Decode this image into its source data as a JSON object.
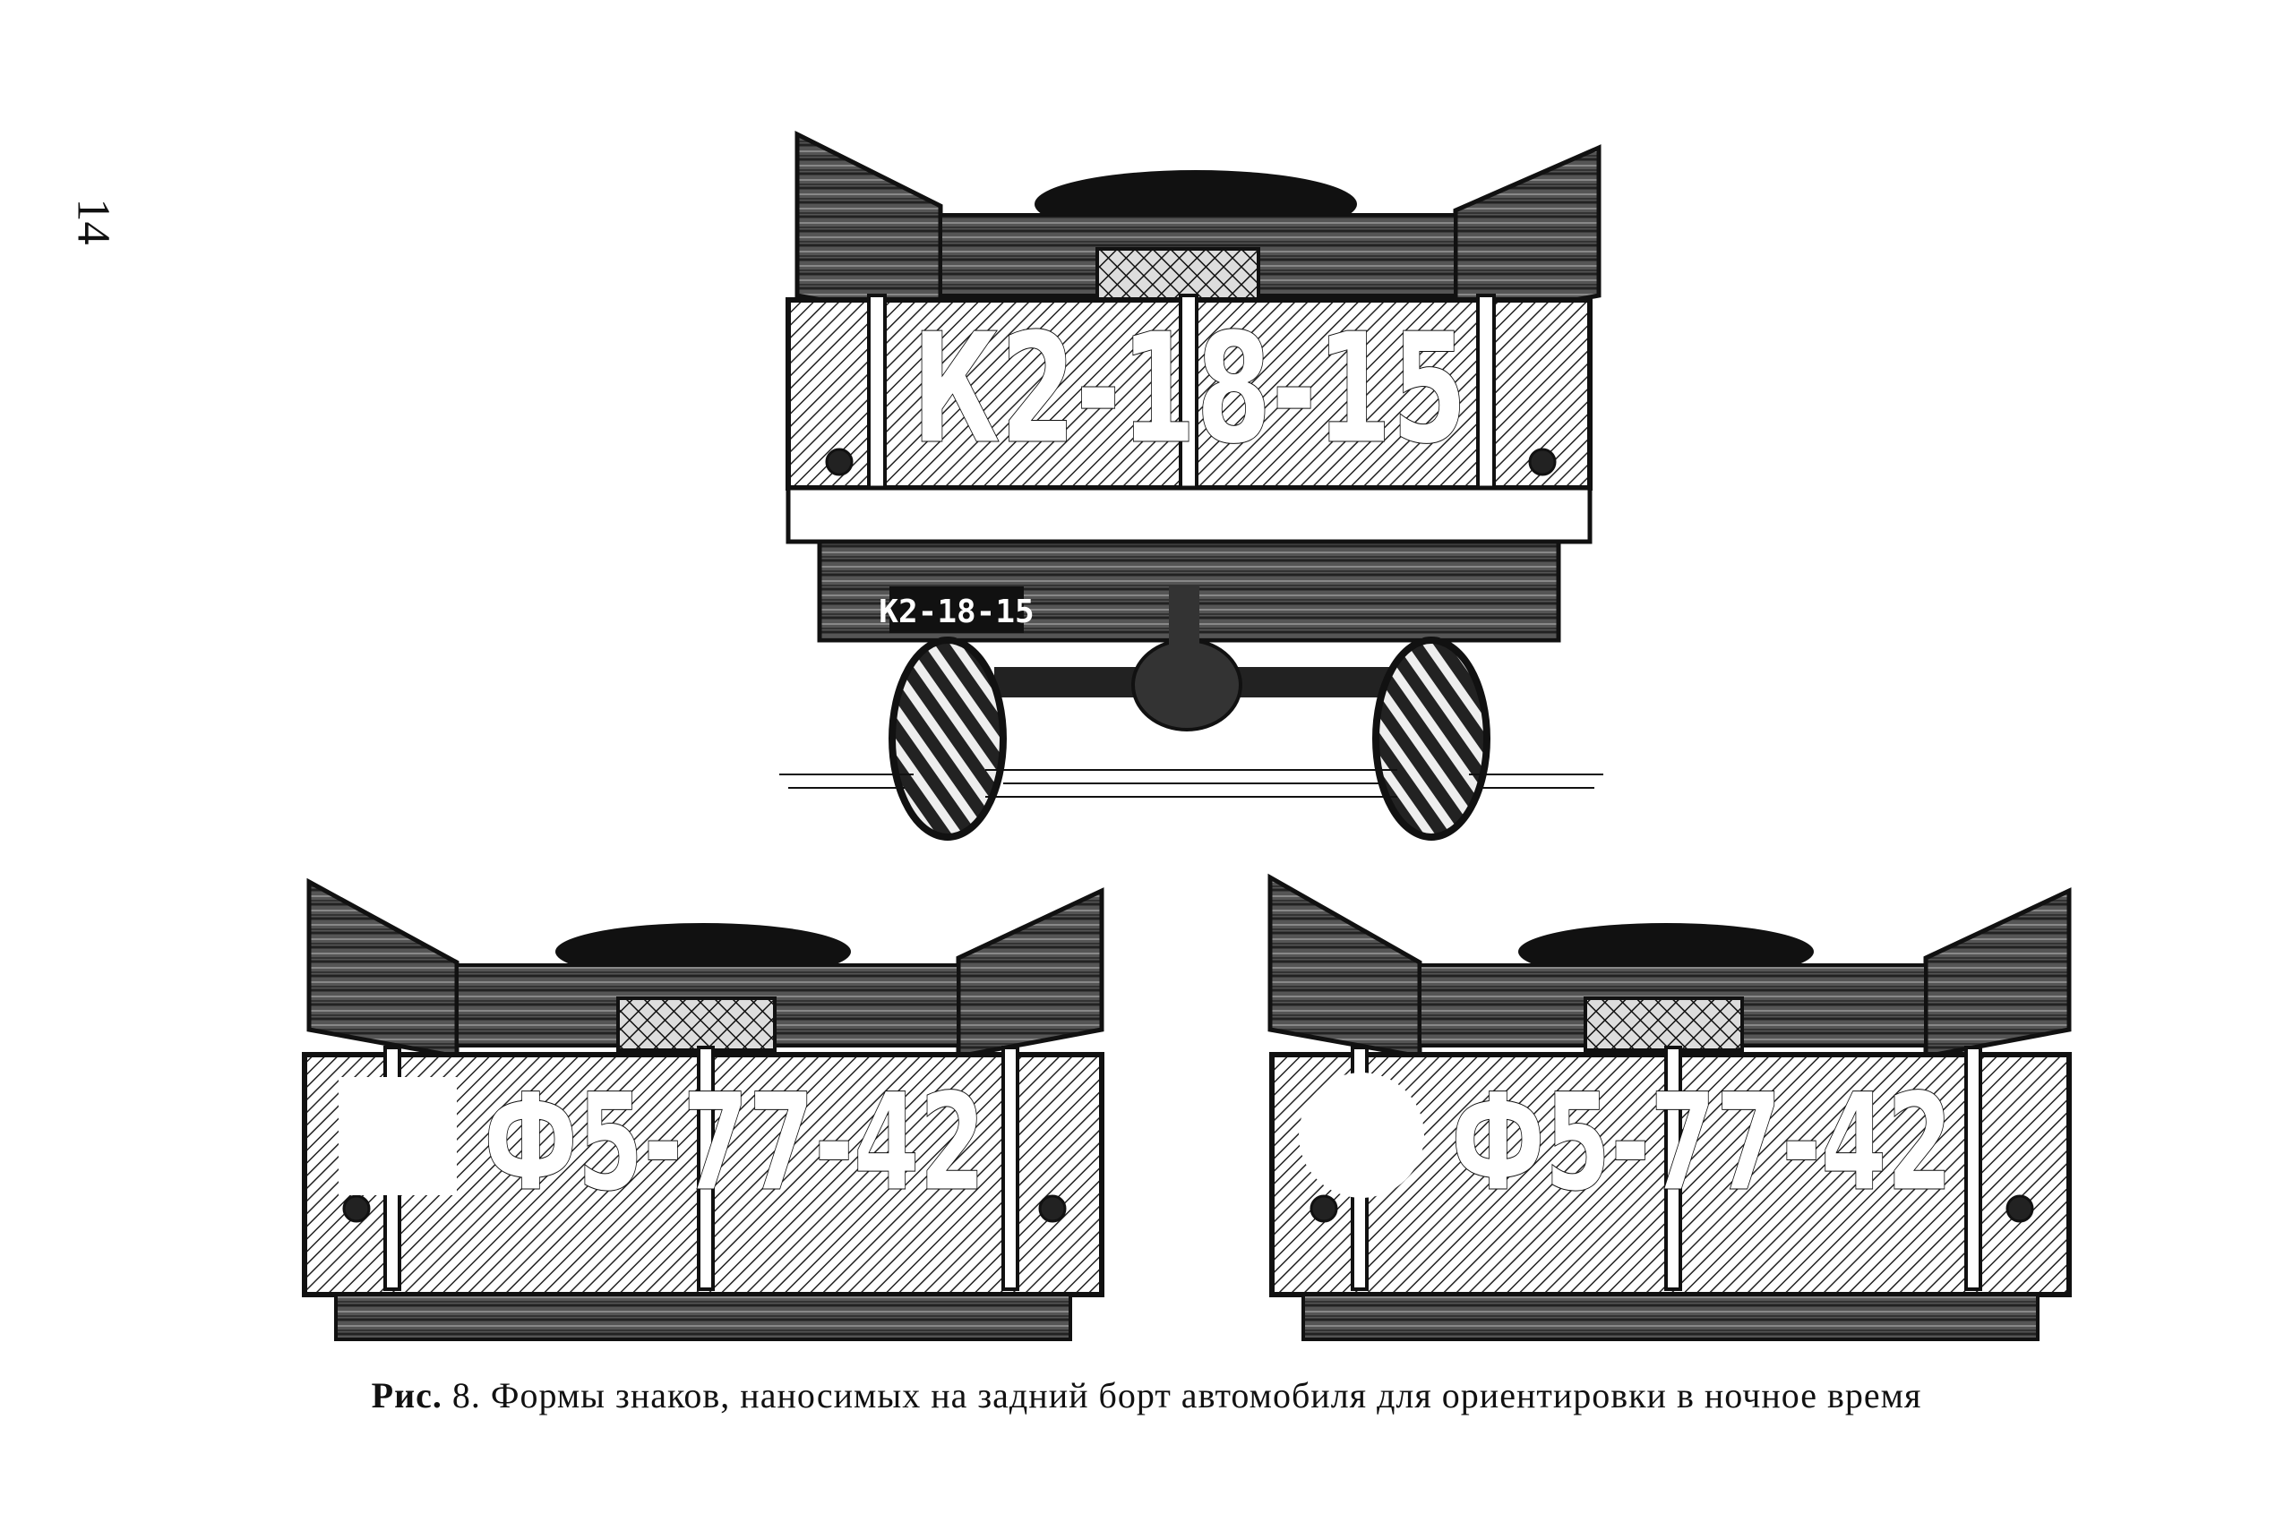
{
  "page": {
    "number": "14"
  },
  "figure": {
    "top_vehicle": {
      "board_marking": "К2-18-15",
      "plate": "К2-18-15"
    },
    "bottom_left_vehicle": {
      "board_marking": "Ф5-77-42",
      "symbol_shape": "square"
    },
    "bottom_right_vehicle": {
      "board_marking": "Ф5-77-42",
      "symbol_shape": "circle"
    }
  },
  "caption": {
    "label": "Рис.",
    "text": "8. Формы знаков, наносимых на задний борт автомобиля для ориентировки в ночное время"
  }
}
